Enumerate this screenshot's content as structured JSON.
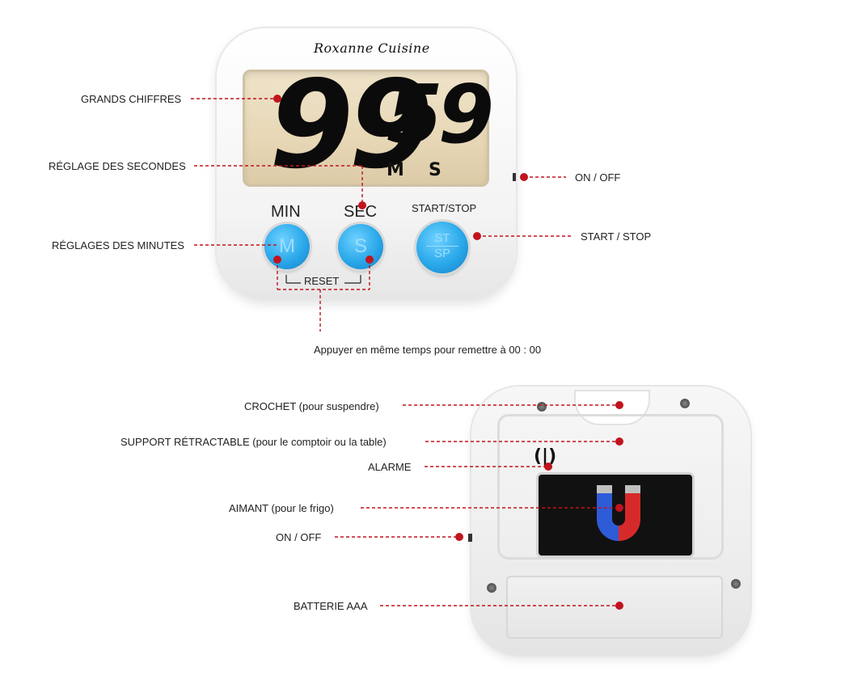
{
  "brand": "Roxanne Cuisine",
  "display": {
    "minutes": "99",
    "seconds": "59",
    "unit_m": "M",
    "unit_s": "S"
  },
  "buttons": {
    "min_label": "MIN",
    "sec_label": "SEC",
    "startstop_label": "START/STOP",
    "min_letter": "M",
    "sec_letter": "S",
    "st_top": "ST",
    "st_bottom": "SP",
    "reset_label": "RESET"
  },
  "front_labels": {
    "grands_chiffres": "GRANDS CHIFFRES",
    "reglage_secondes": "RÉGLAGE DES SECONDES",
    "reglages_minutes": "RÉGLAGES DES MINUTES",
    "on_off": "ON / OFF",
    "start_stop": "START / STOP",
    "reset_note": "Appuyer en même temps pour remettre à 00 : 00"
  },
  "back_labels": {
    "crochet": "CROCHET (pour suspendre)",
    "support": "SUPPORT RÉTRACTABLE (pour le comptoir ou la table)",
    "alarme": "ALARME",
    "aimant": "AIMANT (pour le frigo)",
    "on_off": "ON / OFF",
    "batterie": "BATTERIE AAA"
  },
  "colors": {
    "leader": "#c0141e",
    "button_blue": "#2aa8ea",
    "magnet_red": "#d62a2a",
    "magnet_blue": "#2e5bd6"
  },
  "icons": {
    "magnet": "magnet-icon",
    "speaker": "alarm-speaker-icon"
  }
}
